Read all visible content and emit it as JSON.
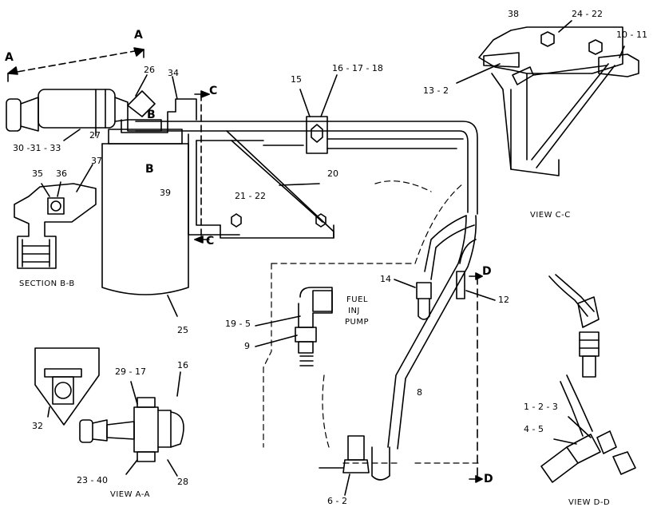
{
  "labels": {
    "a_left": "A",
    "a_right": "A",
    "c_top": "C",
    "c_bottom": "C",
    "b_top": "B",
    "b_bottom": "B",
    "d_top": "D",
    "d_bottom": "D",
    "l26": "26",
    "l34": "34",
    "l27": "27",
    "l30_31_33": "30 -31 - 33",
    "l35": "35",
    "l36": "36",
    "l37": "37",
    "l39": "39",
    "l25": "25",
    "l15": "15",
    "l16_17_18": "16 - 17 - 18",
    "l20": "20",
    "l21_22": "21 - 22",
    "l38": "38",
    "l24_22": "24 - 22",
    "l10_11": "10 - 11",
    "l13_2": "13 - 2",
    "l14": "14",
    "l12": "12",
    "l19_5": "19 - 5",
    "l9": "9",
    "l8": "8",
    "l6_2": "6 - 2",
    "l32": "32",
    "l29_17": "29 - 17",
    "l16b": "16",
    "l23_40": "23 - 40",
    "l28": "28",
    "l1_2_3": "1 - 2 - 3",
    "l4_5": "4 - 5",
    "fuel_inj_pump": [
      "FUEL",
      "INJ",
      "PUMP"
    ]
  },
  "captions": {
    "section_bb": "SECTION  B-B",
    "view_cc": "VIEW  C-C",
    "view_aa": "VIEW  A-A",
    "view_dd": "VIEW  D-D"
  }
}
